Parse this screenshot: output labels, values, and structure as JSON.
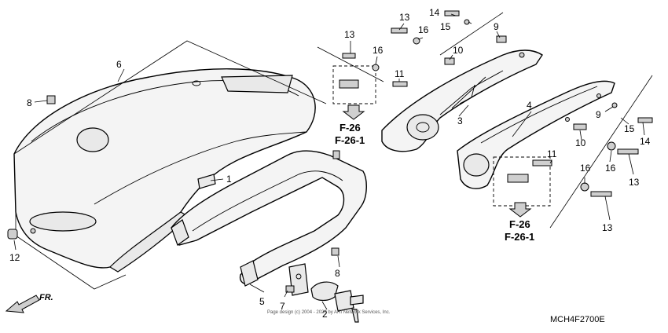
{
  "diagram": {
    "callouts": [
      {
        "id": "c1",
        "text": "1"
      },
      {
        "id": "c2",
        "text": "2"
      },
      {
        "id": "c3",
        "text": "3"
      },
      {
        "id": "c4",
        "text": "4"
      },
      {
        "id": "c5",
        "text": "5"
      },
      {
        "id": "c6",
        "text": "6"
      },
      {
        "id": "c7",
        "text": "7"
      },
      {
        "id": "c8a",
        "text": "8"
      },
      {
        "id": "c8b",
        "text": "8"
      },
      {
        "id": "c9a",
        "text": "9"
      },
      {
        "id": "c9b",
        "text": "9"
      },
      {
        "id": "c10a",
        "text": "10"
      },
      {
        "id": "c10b",
        "text": "10"
      },
      {
        "id": "c11a",
        "text": "11"
      },
      {
        "id": "c11b",
        "text": "11"
      },
      {
        "id": "c12",
        "text": "12"
      },
      {
        "id": "c13a",
        "text": "13"
      },
      {
        "id": "c13b",
        "text": "13"
      },
      {
        "id": "c13c",
        "text": "13"
      },
      {
        "id": "c13d",
        "text": "13"
      },
      {
        "id": "c14a",
        "text": "14"
      },
      {
        "id": "c14b",
        "text": "14"
      },
      {
        "id": "c15a",
        "text": "15"
      },
      {
        "id": "c15b",
        "text": "15"
      },
      {
        "id": "c16a",
        "text": "16"
      },
      {
        "id": "c16b",
        "text": "16"
      },
      {
        "id": "c16c",
        "text": "16"
      },
      {
        "id": "c16d",
        "text": "16"
      }
    ],
    "references": [
      {
        "id": "refA1",
        "text": "F-26"
      },
      {
        "id": "refA2",
        "text": "F-26-1"
      },
      {
        "id": "refB1",
        "text": "F-26"
      },
      {
        "id": "refB2",
        "text": "F-26-1"
      }
    ],
    "front_indicator": "FR.",
    "diagram_code": "MCH4F2700E",
    "copyright": "Page design (c) 2004 - 2020 by ARI Network Services, Inc."
  }
}
